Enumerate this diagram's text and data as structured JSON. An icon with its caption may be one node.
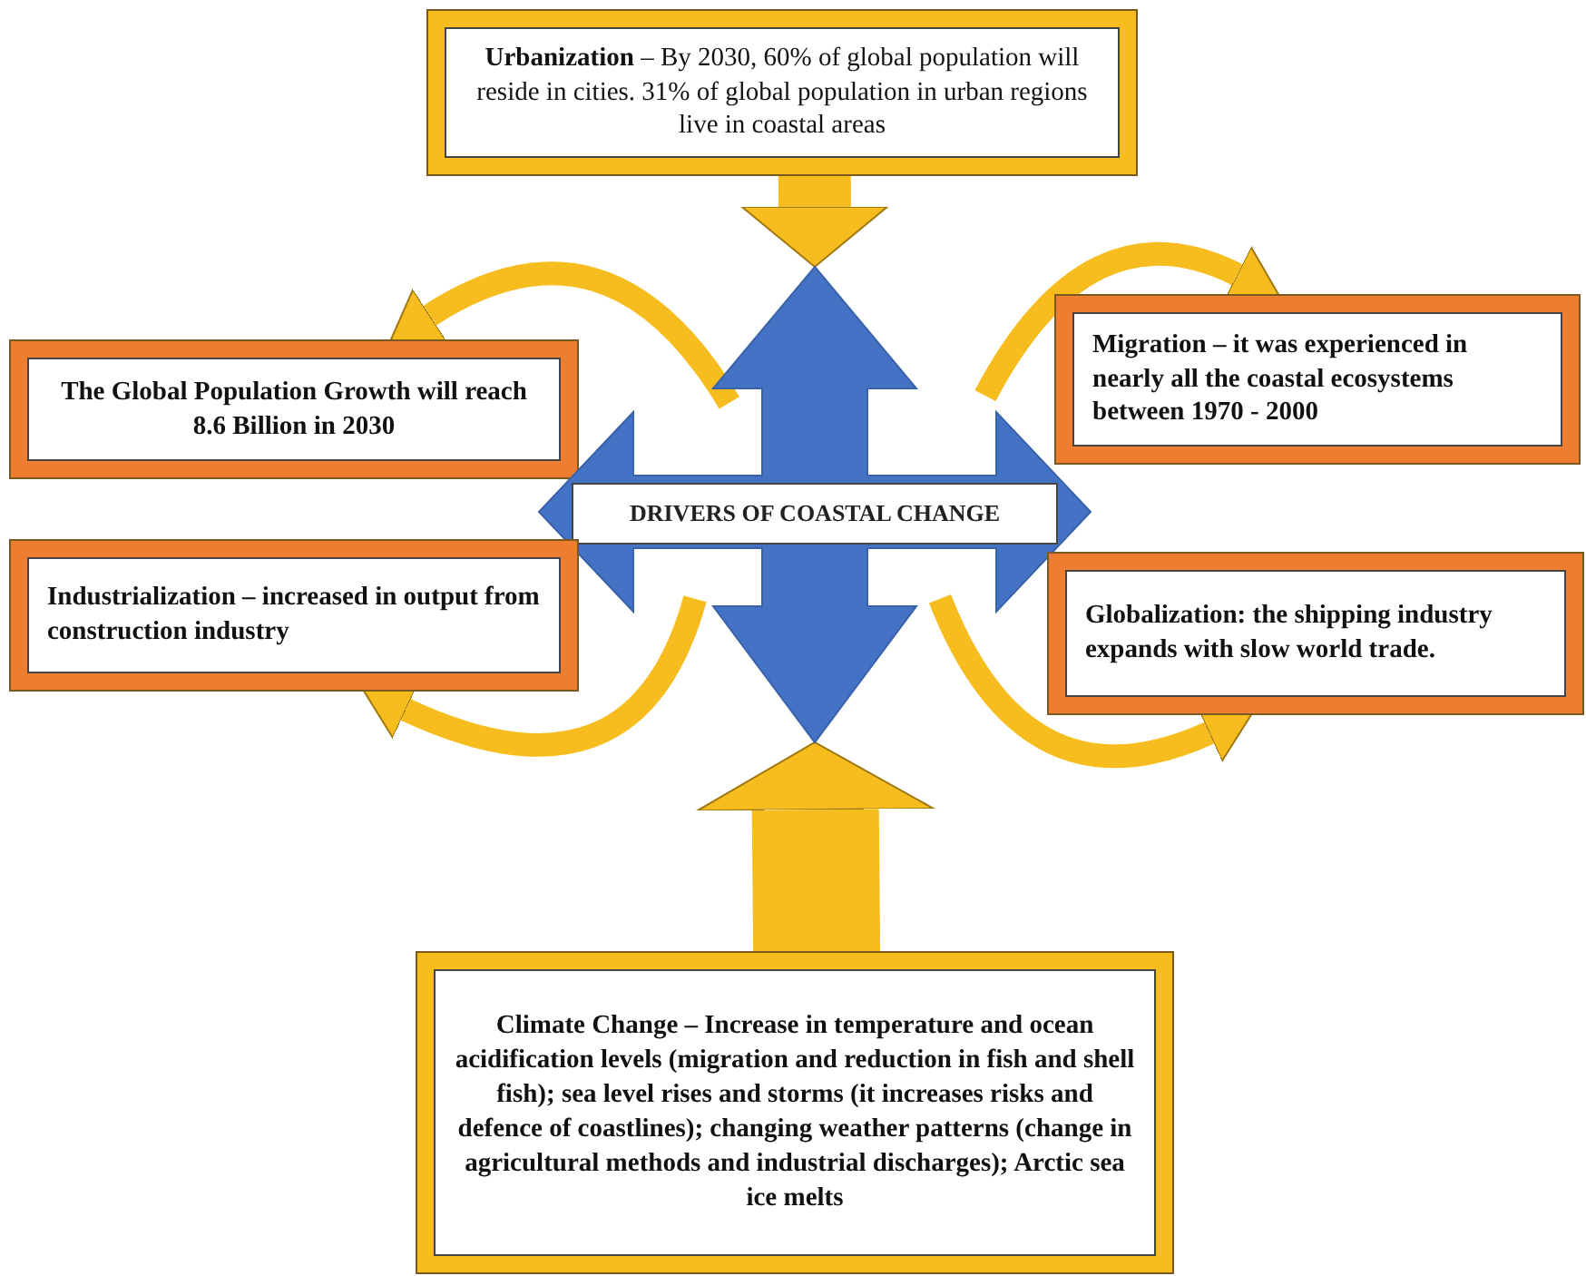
{
  "diagram": {
    "nodes": [
      {
        "text": [
          "**Urbanization** – By 2030, 60% of global population will reside in cities. 31% of global population in urban regions live in coastal areas"
        ]
      },
      {
        "text": [
          "The Global Population Growth will reach 8.6 Billion in 2030"
        ]
      },
      {
        "text": [
          "DRIVERS OF COASTAL CHANGE"
        ]
      },
      {
        "text": [
          "Migration – it was experienced in nearly all the coastal ecosystems between 1970 - 2000"
        ]
      },
      {
        "text": [
          "Industrialization – increased in output from construction industry"
        ]
      },
      {
        "text": [
          "Globalization: the shipping industry expands with slow world trade."
        ]
      },
      {
        "text": [
          "Climate Change – Increase in temperature and ocean acidification levels (migration and reduction in fish and shell fish); sea level rises and storms (it increases risks and defence of coastlines); changing weather patterns (change in agricultural methods and industrial discharges); Arctic sea ice melts"
        ]
      }
    ],
    "edges": [
      {
        "from": 0,
        "to": 2,
        "arrow": "to",
        "style": "thick"
      },
      {
        "from": 2,
        "to": 1,
        "arrow": "to"
      },
      {
        "from": 2,
        "to": 3,
        "arrow": "to"
      },
      {
        "from": 2,
        "to": 4,
        "arrow": "to"
      },
      {
        "from": 2,
        "to": 5,
        "arrow": "to"
      },
      {
        "from": 6,
        "to": 2,
        "arrow": "to",
        "style": "thick"
      }
    ]
  }
}
